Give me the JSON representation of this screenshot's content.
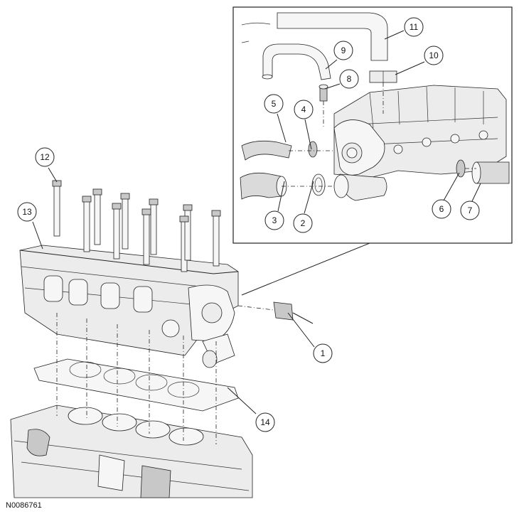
{
  "figure_id": "N0086761",
  "callouts": [
    {
      "id": "c1",
      "label": "1"
    },
    {
      "id": "c2",
      "label": "2"
    },
    {
      "id": "c3",
      "label": "3"
    },
    {
      "id": "c4",
      "label": "4"
    },
    {
      "id": "c5",
      "label": "5"
    },
    {
      "id": "c6",
      "label": "6"
    },
    {
      "id": "c7",
      "label": "7"
    },
    {
      "id": "c8",
      "label": "8"
    },
    {
      "id": "c9",
      "label": "9"
    },
    {
      "id": "c10",
      "label": "10"
    },
    {
      "id": "c11",
      "label": "11"
    },
    {
      "id": "c12",
      "label": "12"
    },
    {
      "id": "c13",
      "label": "13"
    },
    {
      "id": "c14",
      "label": "14"
    }
  ]
}
